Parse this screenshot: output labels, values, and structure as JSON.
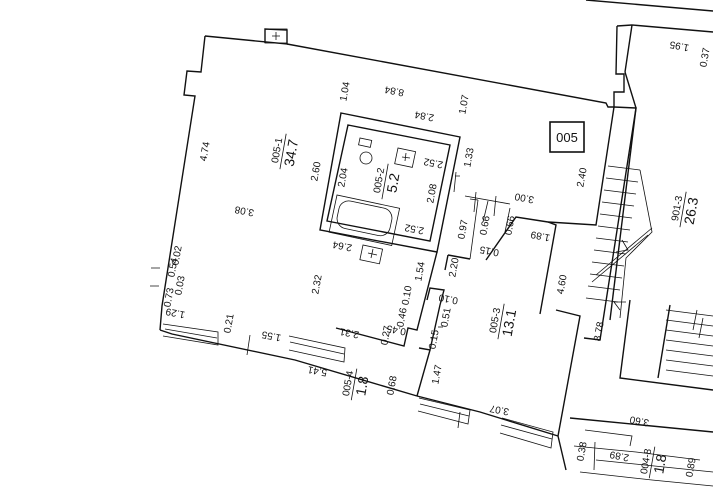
{
  "plan": {
    "section_id": "005",
    "rooms": [
      {
        "id": "005-1",
        "area": "34.7"
      },
      {
        "id": "005-2",
        "area": "5.2"
      },
      {
        "id": "005-3",
        "area": "13.1"
      },
      {
        "id": "005-4",
        "area": "1.8"
      },
      {
        "id": "901-3",
        "area": "26.3"
      },
      {
        "id": "004-8",
        "area": "1.8"
      }
    ],
    "dimensions": {
      "d_8_84": "8.84",
      "d_1_04": "1.04",
      "d_1_07": "1.07",
      "d_2_84": "2.84",
      "d_4_74": "4.74",
      "d_2_60": "2.60",
      "d_2_04": "2.04",
      "d_2_52_top": "2.52",
      "d_1_33": "1.33",
      "d_2_08": "2.08",
      "d_3_00": "3.00",
      "d_2_40": "2.40",
      "d_3_08": "3.08",
      "d_2_52_bath": "2.52",
      "d_2_64": "2.64",
      "d_0_97": "0.97",
      "d_0_66_a": "0.66",
      "d_0_66_b": "0.66",
      "d_0_15_a": "0.15",
      "d_1_89": "1.89",
      "d_0_02": "0.02",
      "d_0_54": "0.54",
      "d_0_03": "0.03",
      "d_0_73": "0.73",
      "d_2_32": "2.32",
      "d_1_54": "1.54",
      "d_2_20": "2.20",
      "d_4_60": "4.60",
      "d_1_29": "1.29",
      "d_0_21": "0.21",
      "d_1_55": "1.55",
      "d_2_31": "2.31",
      "d_0_27": "0.27",
      "d_0_46": "0.46",
      "d_0_45": "0.45",
      "d_0_10_a": "0.10",
      "d_0_10_b": "0.10",
      "d_0_51": "0.51",
      "d_0_15_b": "0.15",
      "d_1_47": "1.47",
      "d_5_41": "5.41",
      "d_0_68": "0.68",
      "d_3_07": "3.07",
      "d_1_95": "1.95",
      "d_0_37": "0.37",
      "d_8_78": "8.78",
      "d_3_60": "3.60",
      "d_0_38": "0.38",
      "d_2_89": "2.89",
      "d_0_89": "0.89"
    }
  }
}
